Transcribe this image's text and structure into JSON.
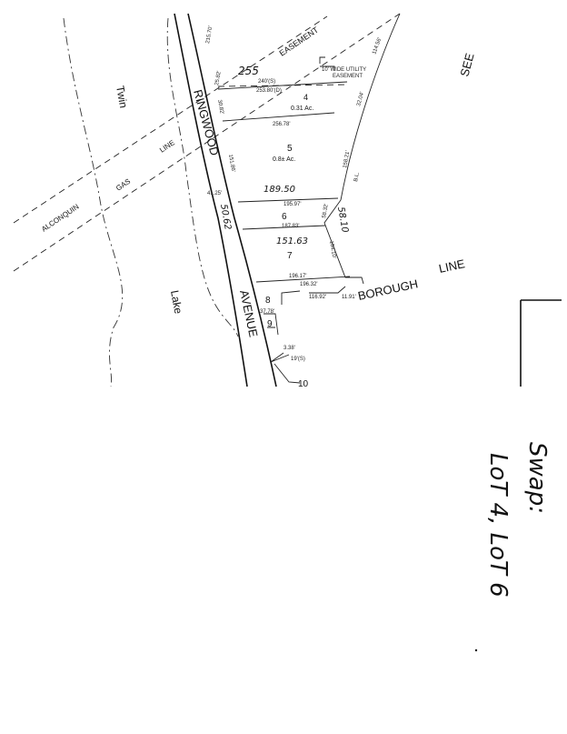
{
  "map": {
    "road_name_1": "RINGWOOD",
    "road_name_2": "AVENUE",
    "gas_line_1": "ALCONQUIN",
    "gas_line_2": "GAS",
    "gas_line_3": "LINE",
    "lake_1": "Twin",
    "lake_2": "Lake",
    "easement": "EASEMENT",
    "utility_easement_1": "10' WIDE UTILITY",
    "utility_easement_2": "EASEMENT",
    "borough_1": "BOROUGH",
    "borough_2": "LINE",
    "see": "SEE",
    "lots": [
      {
        "number": "4",
        "area": "0.31 Ac."
      },
      {
        "number": "5",
        "area": "0.8± Ac."
      },
      {
        "number": "6"
      },
      {
        "number": "7"
      },
      {
        "number": "8"
      },
      {
        "number": "9"
      },
      {
        "number": "10"
      }
    ],
    "dimensions": {
      "d1": "215.70'",
      "d2": "25.82'",
      "d3": "240'(S)",
      "d4": "253.80'(D)",
      "d5": "30.82'",
      "d6": "256.78'",
      "d7": "151.86'",
      "d8": "114.56'",
      "d9": "32.04'",
      "d10": "158.21'",
      "d11": "B.L.",
      "d12": "41.25'",
      "d13": "195.97'",
      "d14": "58.32'",
      "d15": "187.83'",
      "d16": "104.10'",
      "d17": "196.17'",
      "d18": "196.32'",
      "d19": "116.92'",
      "d20": "11.91'",
      "d21": "37.78'",
      "d22": "3.38'",
      "d23": "19'(S)"
    },
    "handwritten": {
      "h1": "255",
      "h2": "189.50",
      "h3": "50.62",
      "h4": "151.63",
      "h5": "58.10"
    }
  },
  "note": {
    "line1": "Swap:",
    "line2": "LoT 4, LoT 6"
  }
}
